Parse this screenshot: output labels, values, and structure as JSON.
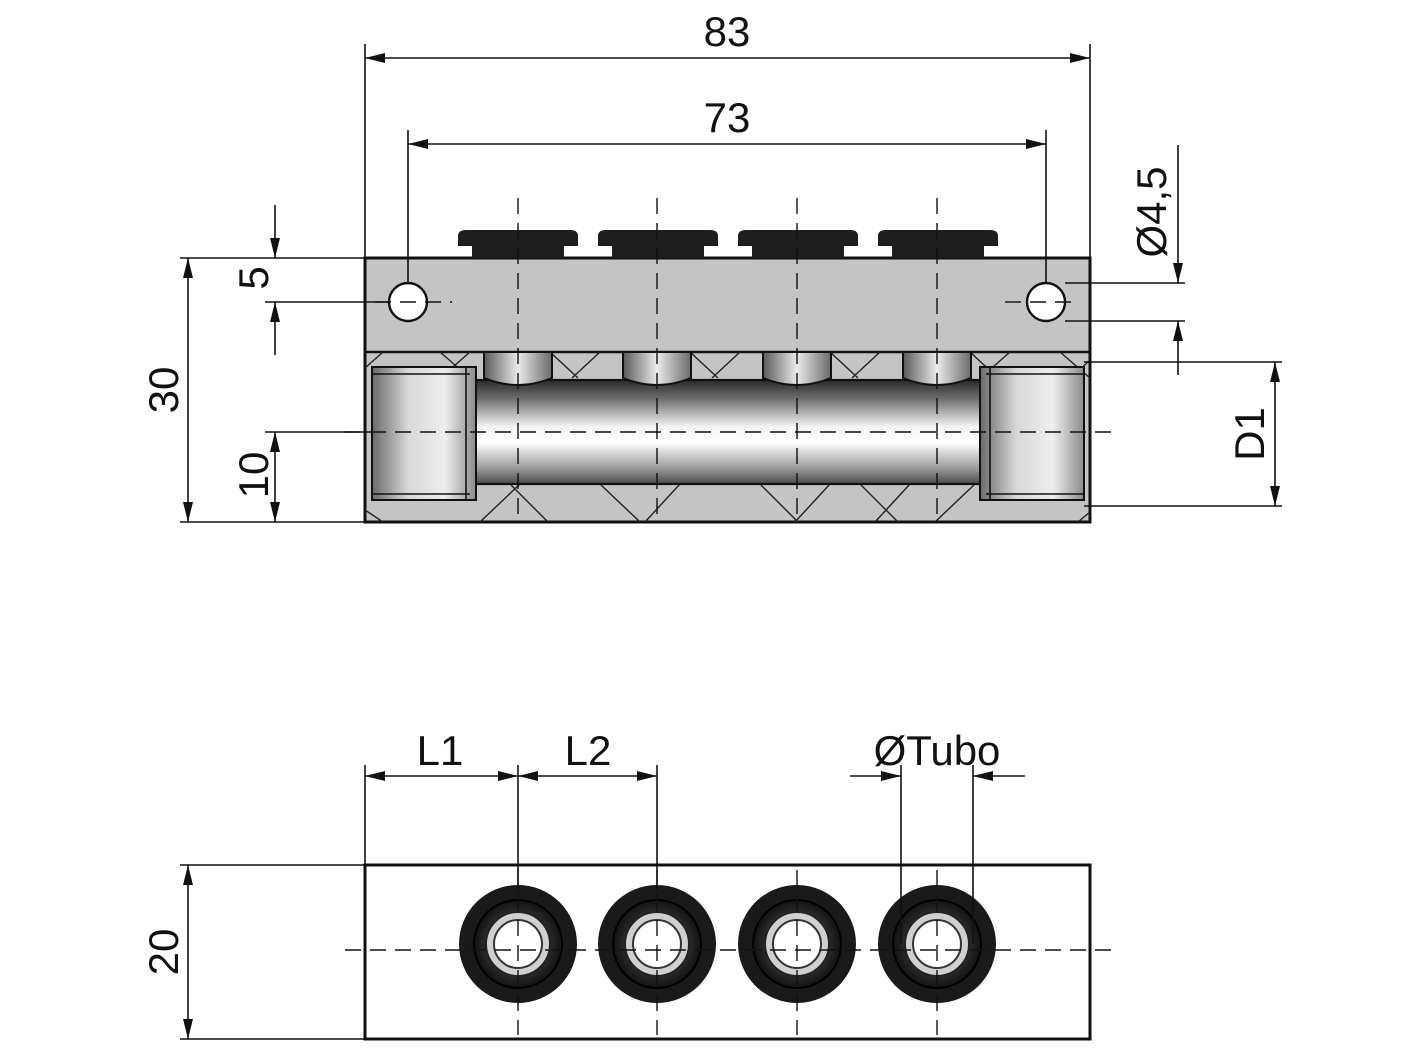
{
  "top_view": {
    "dim_overall_length": "83",
    "dim_hole_spacing": "73",
    "dim_hole_diameter": "Ø4,5",
    "dim_hole_offset": "5",
    "dim_height": "30",
    "dim_axis_height": "10",
    "dim_thread": "D1"
  },
  "bottom_view": {
    "dim_l1": "L1",
    "dim_l2": "L2",
    "dim_tube": "ØTubo",
    "dim_width": "20"
  },
  "colors": {
    "body_gray": "#c4c4c4",
    "fitting_black": "#1e1e1e",
    "line": "#111111"
  },
  "icons": [
    "mounting-hole",
    "push-in-fitting",
    "threaded-port",
    "bore-channel"
  ]
}
